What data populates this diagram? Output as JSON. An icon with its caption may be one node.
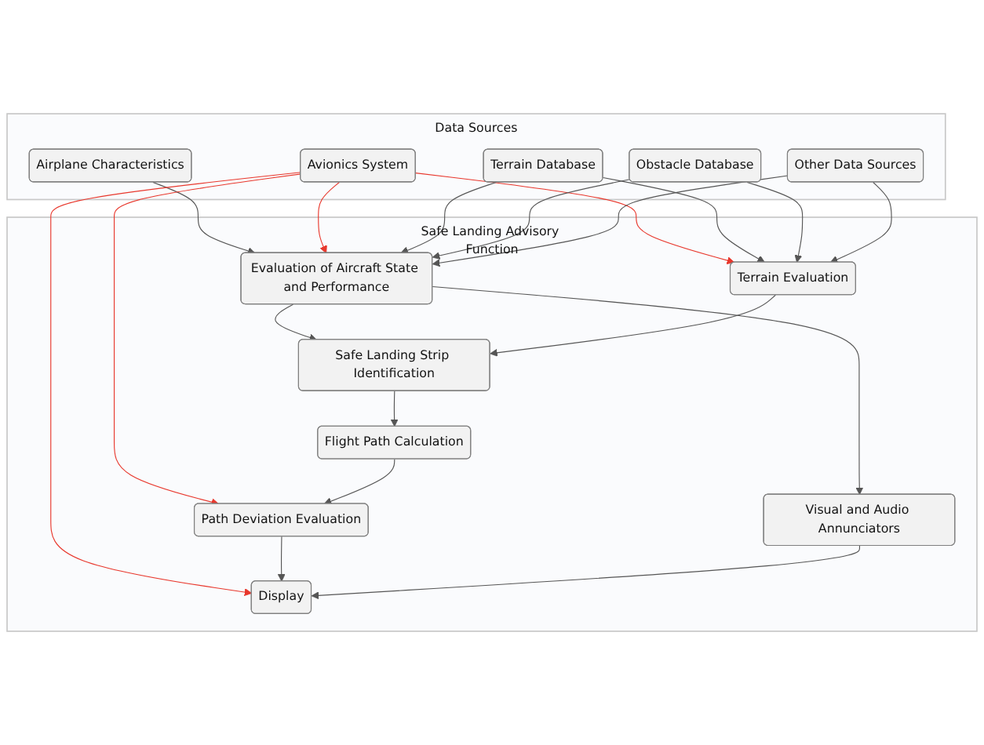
{
  "diagram": {
    "nodes": [
      {
        "text": [
          "Data Sources"
        ]
      },
      {
        "text": [
          "Airplane Characteristics"
        ],
        "in": 0
      },
      {
        "text": [
          "Avionics System"
        ],
        "in": 0
      },
      {
        "text": [
          "Terrain Database"
        ],
        "in": 0
      },
      {
        "text": [
          "Obstacle Database"
        ],
        "in": 0
      },
      {
        "text": [
          "Other Data Sources"
        ],
        "in": 0
      },
      {
        "text": [
          "Safe Landing Advisory Function"
        ]
      },
      {
        "text": [
          "Evaluation of Aircraft State and Performance"
        ],
        "in": 6
      },
      {
        "text": [
          "Visual and Audio Annunciators"
        ],
        "in": 6
      },
      {
        "text": [
          "Terrain Evaluation"
        ],
        "in": 6
      },
      {
        "text": [
          "Safe Landing Strip Identification"
        ],
        "in": 6
      },
      {
        "text": [
          "Flight Path Calculation"
        ],
        "in": 6
      },
      {
        "text": [
          "Path Deviation Evaluation"
        ],
        "in": 6
      },
      {
        "text": [
          "Display"
        ],
        "in": 6
      }
    ],
    "edges": [
      {
        "from": 1,
        "to": 7,
        "arrow": "to"
      },
      {
        "from": 2,
        "to": 7,
        "arrow": "to",
        "color": "#e8372c"
      },
      {
        "from": 2,
        "to": 9,
        "arrow": "to",
        "color": "#e8372c"
      },
      {
        "from": 2,
        "to": 12,
        "arrow": "to",
        "color": "#e8372c"
      },
      {
        "from": 2,
        "to": 13,
        "arrow": "to",
        "color": "#e8372c"
      },
      {
        "from": 3,
        "to": 7,
        "arrow": "to"
      },
      {
        "from": 3,
        "to": 9,
        "arrow": "to"
      },
      {
        "from": 4,
        "to": 7,
        "arrow": "to"
      },
      {
        "from": 4,
        "to": 9,
        "arrow": "to"
      },
      {
        "from": 5,
        "to": 7,
        "arrow": "to"
      },
      {
        "from": 5,
        "to": 9,
        "arrow": "to"
      },
      {
        "from": 7,
        "to": 8,
        "arrow": "to"
      },
      {
        "from": 7,
        "to": 10,
        "arrow": "to"
      },
      {
        "from": 9,
        "to": 10,
        "arrow": "to"
      },
      {
        "from": 10,
        "to": 11,
        "arrow": "to"
      },
      {
        "from": 11,
        "to": 12,
        "arrow": "to"
      },
      {
        "from": 12,
        "to": 13,
        "arrow": "to"
      },
      {
        "from": 8,
        "to": 13,
        "arrow": "to"
      }
    ]
  }
}
